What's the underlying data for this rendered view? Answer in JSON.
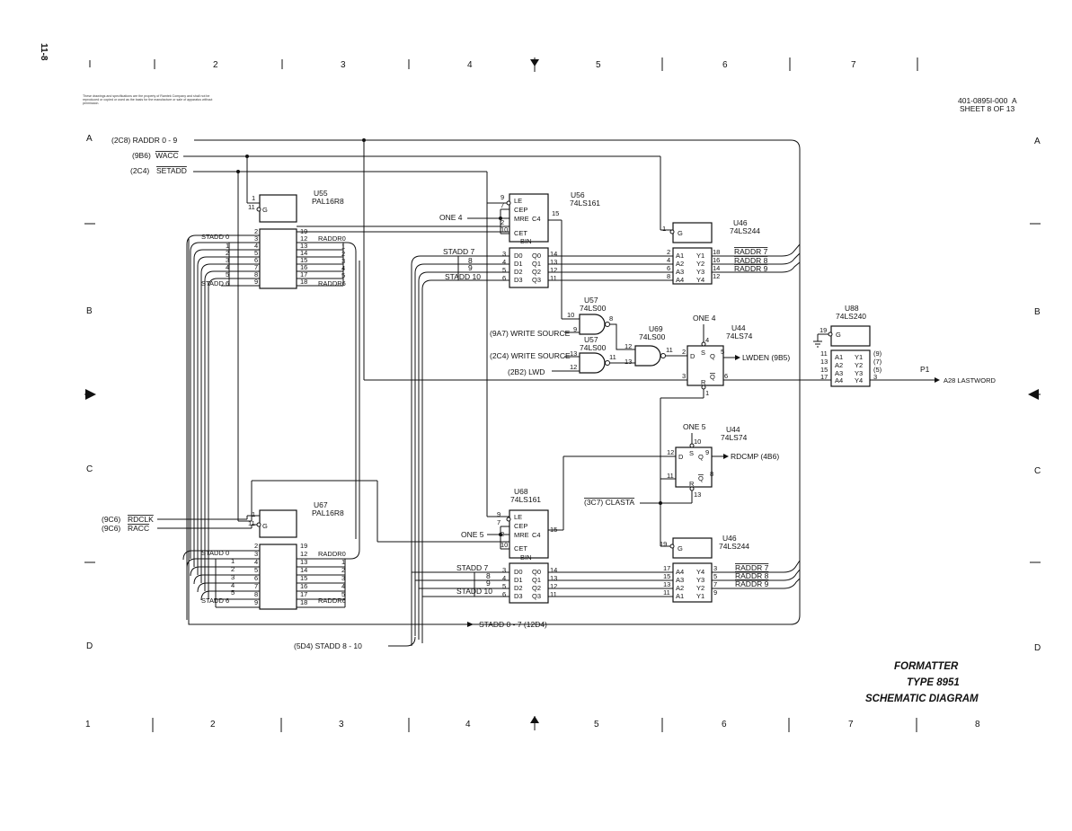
{
  "page_number": "11-8",
  "doc_number": "401-0895I-000",
  "revision": "A",
  "sheet": "SHEET 8 OF 13",
  "proprietary_notice": "These drawings and specifications are the property of Ramtek Company and shall not be reproduced or copied or used as the basis for the manufacture or sale of apparatus without permission.",
  "title": {
    "line1": "FORMATTER",
    "line2": "TYPE 8951",
    "line3": "SCHEMATIC DIAGRAM"
  },
  "zones_top": [
    "1",
    "2",
    "3",
    "4",
    "5",
    "6",
    "7"
  ],
  "zones_bottom": [
    "1",
    "2",
    "3",
    "4",
    "5",
    "6",
    "7",
    "8"
  ],
  "rows": [
    "A",
    "B",
    "C",
    "D"
  ],
  "inputs": {
    "raddr": "(2C8)  RADDR 0 - 9",
    "wacc_ref": "(9B6)",
    "wacc": "WACC",
    "setadd_ref": "(2C4)",
    "setadd": "SETADD",
    "rdclk_ref": "(9C6)",
    "rdclk": "RDCLK",
    "racc_ref": "(9C6)",
    "racc": "RACC",
    "write_source_9a7": "(9A7) WRITE SOURCE",
    "write_source_2c4": "(2C4) WRITE SOURCE",
    "lwd": "(2B2) LWD",
    "clasta": "(3C7) CLASTA",
    "stadd_8_10": "(5D4)  STADD 8 - 10"
  },
  "outputs": {
    "lwden": "LWDEN (9B5)",
    "rdcmp": "RDCMP (4B6)",
    "stadd_0_7": "STADD 0 - 7 (12D4)",
    "lastword": "A28   LASTWORD",
    "p1": "P1"
  },
  "chips": {
    "u55": {
      "ref": "U55",
      "part": "PAL16R8"
    },
    "u67": {
      "ref": "U67",
      "part": "PAL16R8"
    },
    "u56": {
      "ref": "U56",
      "part": "74LS161"
    },
    "u68": {
      "ref": "U68",
      "part": "74LS161"
    },
    "u46a": {
      "ref": "U46",
      "part": "74LS244"
    },
    "u46b": {
      "ref": "U46",
      "part": "74LS244"
    },
    "u57a": {
      "ref": "U57",
      "part": "74LS00"
    },
    "u57b": {
      "ref": "U57",
      "part": "74LS00"
    },
    "u69": {
      "ref": "U69",
      "part": "74LS00"
    },
    "u44a": {
      "ref": "U44",
      "part": "74LS74"
    },
    "u44b": {
      "ref": "U44",
      "part": "74LS74"
    },
    "u88": {
      "ref": "U88",
      "part": "74LS240"
    }
  },
  "nets": {
    "one4": "ONE 4",
    "one5": "ONE 5",
    "stadd0": "STADD 0",
    "stadd6": "STADD 6",
    "stadd7": "STADD 7",
    "stadd10": "STADD 10",
    "raddr0": "RADDR0",
    "raddr6": "RADDR6",
    "raddr7": "RADDR 7",
    "raddr8": "RADDR 8",
    "raddr9": "RADDR 9"
  }
}
